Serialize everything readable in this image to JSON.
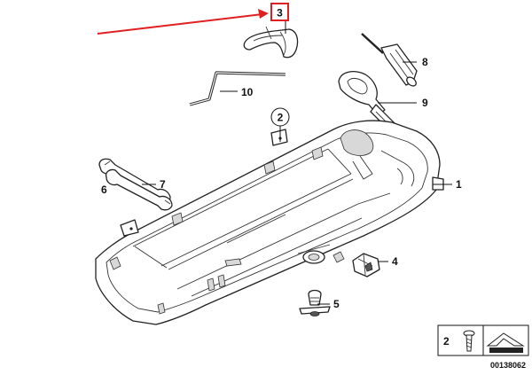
{
  "diagram": {
    "callouts": {
      "part_1": "1",
      "part_2": "2",
      "part_3": "3",
      "part_4": "4",
      "part_5": "5",
      "part_6": "6",
      "part_7": "7",
      "part_8": "8",
      "part_9": "9",
      "part_10": "10"
    },
    "legend_box": {
      "number": "2",
      "code": "00138062"
    },
    "colors": {
      "highlight": "#e02020",
      "ink": "#111111"
    }
  }
}
